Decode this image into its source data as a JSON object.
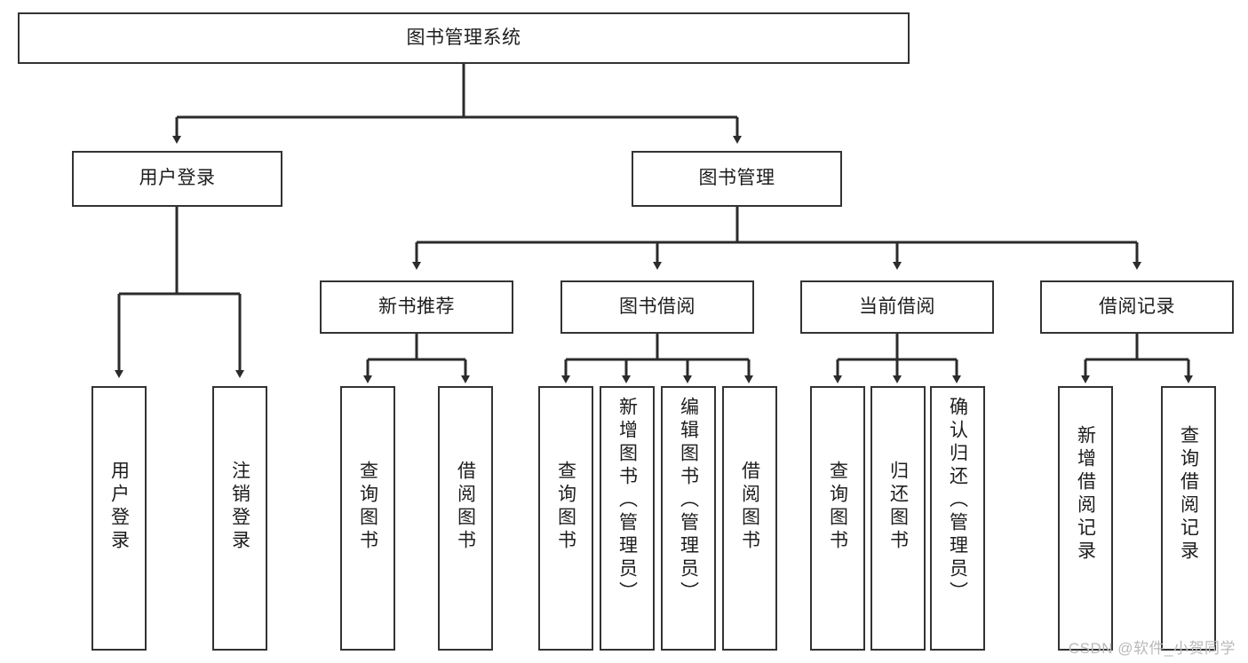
{
  "diagram": {
    "type": "tree-hierarchy",
    "title": "图书管理系统",
    "watermark": "CSDN @软件_小贺同学",
    "colors": {
      "stroke": "#333333",
      "fill": "#ffffff",
      "text": "#1d1d1d",
      "watermark": "#b9b9b9"
    },
    "levels": {
      "root": {
        "label": "图书管理系统"
      },
      "level2": [
        {
          "id": "user-login",
          "label": "用户登录"
        },
        {
          "id": "book-management",
          "label": "图书管理"
        }
      ],
      "level3": [
        {
          "id": "new-book-recommend",
          "label": "新书推荐",
          "parent": "book-management"
        },
        {
          "id": "book-borrow",
          "label": "图书借阅",
          "parent": "book-management"
        },
        {
          "id": "current-borrow",
          "label": "当前借阅",
          "parent": "book-management"
        },
        {
          "id": "borrow-record",
          "label": "借阅记录",
          "parent": "book-management"
        }
      ],
      "leaves": [
        {
          "id": "leaf-user-login",
          "label": "用户登录",
          "parent": "user-login"
        },
        {
          "id": "leaf-logout",
          "label": "注销登录",
          "parent": "user-login"
        },
        {
          "id": "leaf-query-book-1",
          "label": "查询图书",
          "parent": "new-book-recommend"
        },
        {
          "id": "leaf-borrow-book-1",
          "label": "借阅图书",
          "parent": "new-book-recommend"
        },
        {
          "id": "leaf-query-book-2",
          "label": "查询图书",
          "parent": "book-borrow"
        },
        {
          "id": "leaf-add-book",
          "label": "新增图书（管理员）",
          "parent": "book-borrow"
        },
        {
          "id": "leaf-edit-book",
          "label": "编辑图书（管理员）",
          "parent": "book-borrow"
        },
        {
          "id": "leaf-borrow-book-2",
          "label": "借阅图书",
          "parent": "book-borrow"
        },
        {
          "id": "leaf-query-book-3",
          "label": "查询图书",
          "parent": "current-borrow"
        },
        {
          "id": "leaf-return-book",
          "label": "归还图书",
          "parent": "current-borrow"
        },
        {
          "id": "leaf-confirm-return",
          "label": "确认归还（管理员）",
          "parent": "current-borrow"
        },
        {
          "id": "leaf-add-record",
          "label": "新增借阅记录",
          "parent": "borrow-record"
        },
        {
          "id": "leaf-query-record",
          "label": "查询借阅记录",
          "parent": "borrow-record"
        }
      ]
    }
  }
}
